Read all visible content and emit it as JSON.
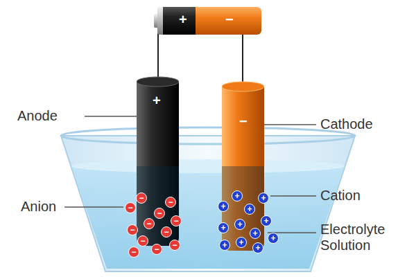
{
  "diagram": {
    "nodes": [
      {
        "text": [
          "+",
          "−"
        ]
      },
      {
        "text": [
          "+"
        ]
      },
      {
        "text": [
          "−"
        ]
      }
    ],
    "edges": [
      {
        "from": 0,
        "to": 1,
        "arrow": "none"
      },
      {
        "from": 0,
        "to": 2,
        "arrow": "none"
      }
    ],
    "labels": [
      "Anode",
      "Cathode",
      "Anion",
      "Cation",
      "Electrolyte Solution",
      "−",
      "−",
      "−",
      "−",
      "−",
      "−",
      "−",
      "−",
      "−",
      "−",
      "−",
      "−",
      "+",
      "+",
      "+",
      "+",
      "+",
      "+",
      "+",
      "+",
      "+",
      "+",
      "+",
      "+"
    ]
  }
}
